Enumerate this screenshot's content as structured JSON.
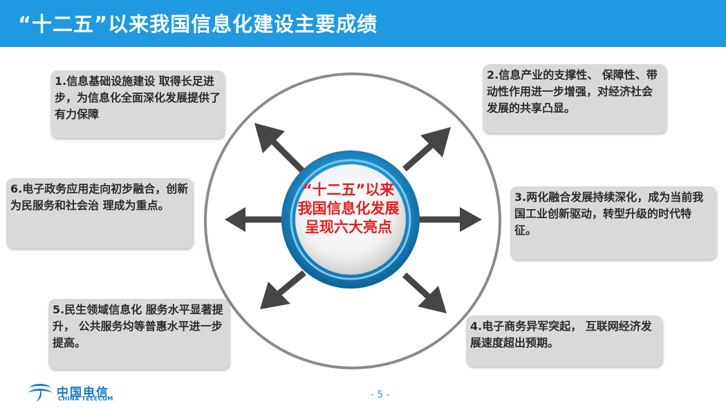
{
  "header": {
    "title": "“十二五”以来我国信息化建设主要成绩"
  },
  "center": {
    "text": "“十二五”以来我国信息化发展呈现六大亮点"
  },
  "highlights": [
    {
      "text": "1.信息基础设施建设 取得长足进步，为信息化全面深化发展提供了有力保障"
    },
    {
      "text": "2.信息产业的支撑性、 保障性、带动性作用进一步增强，对经济社会发展的共享凸显。"
    },
    {
      "text": "3.两化融合发展持续深化，成为当前我国工业创新驱动，转型升级的时代特征。"
    },
    {
      "text": "4.电子商务异军突起， 互联网经济发展速度超出预期。"
    },
    {
      "text": "5.民生领域信息化 服务水平显著提升， 公共服务均等普惠水平进一步提高。"
    },
    {
      "text": "6.电子政务应用走向初步融合，创新为民服务和社会治 理成为重点。"
    }
  ],
  "footer": {
    "logo_cn": "中国电信",
    "logo_en": "CHINA TELECOM",
    "page_number": "- 5 -"
  },
  "colors": {
    "header_bg": "#1f9ae0",
    "center_text": "#e41c1c",
    "box_bg": "#d9d9d9",
    "arrow": "#454545",
    "ring": "#8a8a8a"
  }
}
